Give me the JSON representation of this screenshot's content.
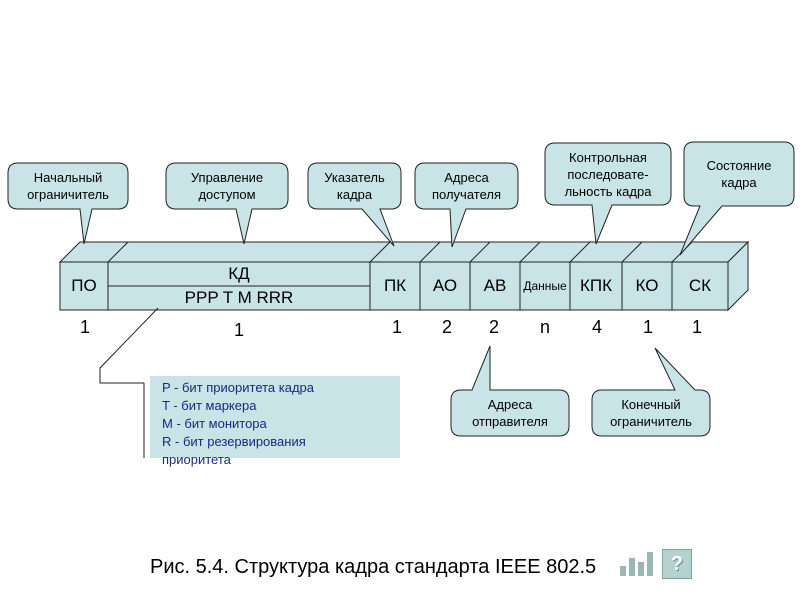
{
  "frame": {
    "segments": [
      {
        "id": "po",
        "label": "ПО",
        "size": "1"
      },
      {
        "id": "kd",
        "label": "КД",
        "sublabel": "PPP T M RRR",
        "size": "1"
      },
      {
        "id": "pk",
        "label": "ПК",
        "size": "1"
      },
      {
        "id": "ao",
        "label": "АО",
        "size": "2"
      },
      {
        "id": "av",
        "label": "АВ",
        "size": "2"
      },
      {
        "id": "data",
        "label": "Данные",
        "size": "n"
      },
      {
        "id": "kpk",
        "label": "КПК",
        "size": "4"
      },
      {
        "id": "ko",
        "label": "КО",
        "size": "1"
      },
      {
        "id": "sk",
        "label": "СК",
        "size": "1"
      }
    ],
    "fill_color": "#c8e4e6"
  },
  "callouts": {
    "start_delimiter": "Начальный\nограничитель",
    "access_control": "Управление\nдоступом",
    "frame_pointer": "Указатель\nкадра",
    "destination_address": "Адреса\nполучателя",
    "checksum": "Контрольная\nпоследовате-\nльность кадра",
    "frame_status": "Состояние\nкадра",
    "source_address": "Адреса\nотправителя",
    "end_delimiter": "Конечный\nограничитель"
  },
  "legend": {
    "lines": [
      "P - бит приоритета кадра",
      "T - бит маркера",
      "M - бит монитора",
      "R - бит резервирования",
      "приоритета"
    ]
  },
  "caption": "Рис. 5.4. Структура кадра стандарта IEEE 802.5",
  "help_button": "?"
}
